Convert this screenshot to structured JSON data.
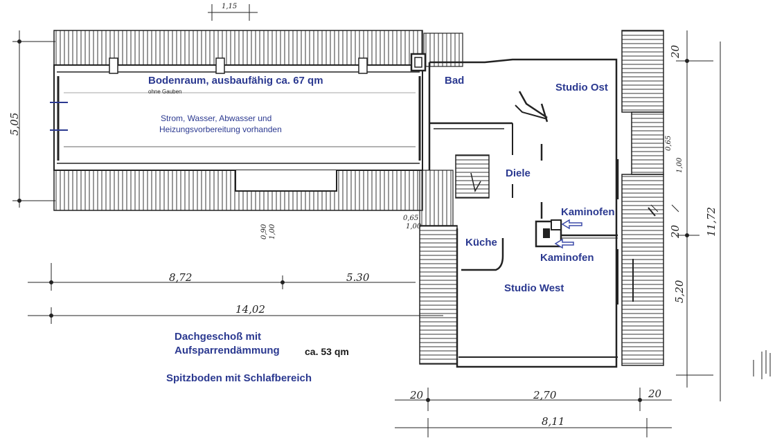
{
  "labels": {
    "bodenraum": "Bodenraum, ausbaufähig ca. 67 qm",
    "ohne_gauben": "ohne Gauben",
    "strom_1": "Strom, Wasser, Abwasser und",
    "strom_2": "Heizungsvorbereitung vorhanden",
    "bad": "Bad",
    "studio_ost": "Studio Ost",
    "diele": "Diele",
    "kaminofen_1": "Kaminofen",
    "kaminofen_2": "Kaminofen",
    "kueche": "Küche",
    "studio_west": "Studio West",
    "dachgeschoss_1": "Dachgeschoß mit",
    "dachgeschoss_2": "Aufsparrendämmung",
    "ca53": "ca. 53 qm",
    "spitzboden": "Spitzboden mit Schlafbereich"
  },
  "dimensions": {
    "top_115": "1,15",
    "left_505": "5,05",
    "d_872": "8,72",
    "d_530": "5.30",
    "d_1402": "14,02",
    "d_20a": "20",
    "d_270": "2,70",
    "d_20b": "20",
    "d_811": "8,11",
    "r_20": "20",
    "r_1172": "11,72",
    "r_20b": "20",
    "r_520": "5,20",
    "r_065": "0,65",
    "r_100": "1,00",
    "m_090": "0,90",
    "m_100": "1,00",
    "m_065": "0,65",
    "m_100b": "1,00"
  },
  "colors": {
    "label_blue": "#2b3990",
    "line": "#1a1a1a",
    "arrow_blue": "#3b4aa8"
  }
}
